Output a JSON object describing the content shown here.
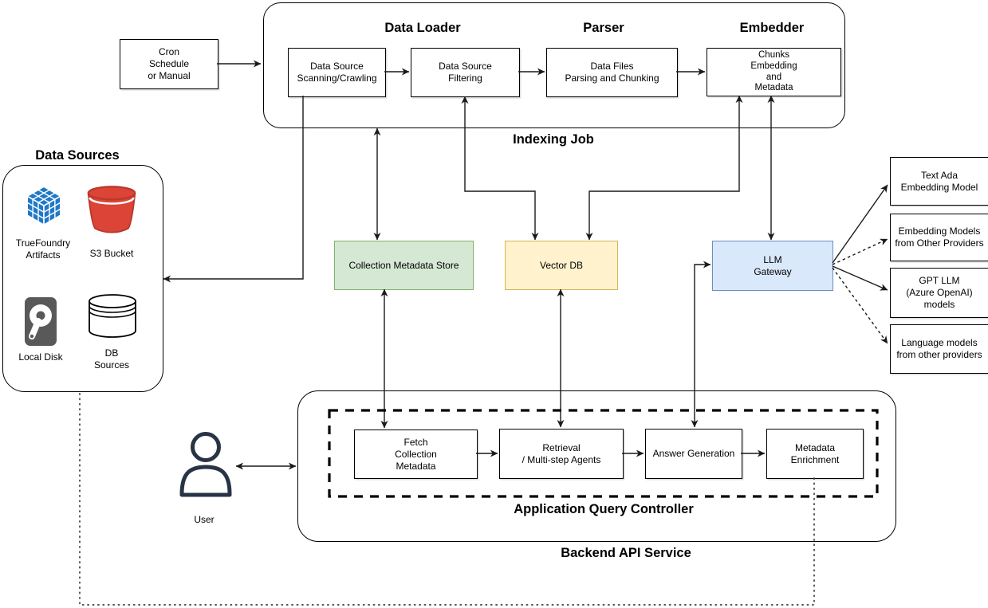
{
  "indexing_job": {
    "label": "Indexing Job",
    "headers": {
      "data_loader": "Data Loader",
      "parser": "Parser",
      "embedder": "Embedder"
    },
    "steps": {
      "scan": "Data Source\nScanning/Crawling",
      "filter": "Data Source\nFiltering",
      "parse": "Data Files\nParsing and Chunking",
      "embed": "Chunks\nEmbedding\nand\nMetadata"
    }
  },
  "trigger": {
    "label": "Cron\nSchedule\nor Manual"
  },
  "data_sources": {
    "label": "Data Sources",
    "items": [
      {
        "icon": "truefoundry-cube-icon",
        "label": "TrueFoundry\nArtifacts"
      },
      {
        "icon": "s3-bucket-icon",
        "label": "S3 Bucket"
      },
      {
        "icon": "local-disk-icon",
        "label": "Local Disk"
      },
      {
        "icon": "db-cylinder-icon",
        "label": "DB\nSources"
      }
    ]
  },
  "stores": {
    "collection_metadata": {
      "label": "Collection Metadata Store",
      "fill": "#d5e8d4",
      "border": "#82b366"
    },
    "vector_db": {
      "label": "Vector DB",
      "fill": "#fff2cc",
      "border": "#d6b656"
    },
    "llm_gateway": {
      "label": "LLM\nGateway",
      "fill": "#dae8fc",
      "border": "#6c8ebf"
    }
  },
  "models": [
    {
      "label": "Text Ada\nEmbedding Model",
      "link_style": "solid"
    },
    {
      "label": "Embedding Models\nfrom Other Providers",
      "link_style": "dashed"
    },
    {
      "label": "GPT LLM\n(Azure OpenAI)\nmodels",
      "link_style": "solid"
    },
    {
      "label": "Language models\nfrom other providers",
      "link_style": "dashed"
    }
  ],
  "backend": {
    "label": "Backend API Service",
    "controller_label": "Application Query Controller",
    "steps": {
      "fetch": "Fetch\nCollection\nMetadata",
      "retrieval": "Retrieval\n/ Multi-step Agents",
      "answer": "Answer Generation",
      "enrich": "Metadata\nEnrichment"
    }
  },
  "user": {
    "label": "User"
  },
  "colors": {
    "line": "#1a1a1a",
    "cube_blue": "#1E78C8",
    "bucket_red": "#DB4437",
    "disk_gray": "#595959",
    "user_navy": "#283445"
  }
}
